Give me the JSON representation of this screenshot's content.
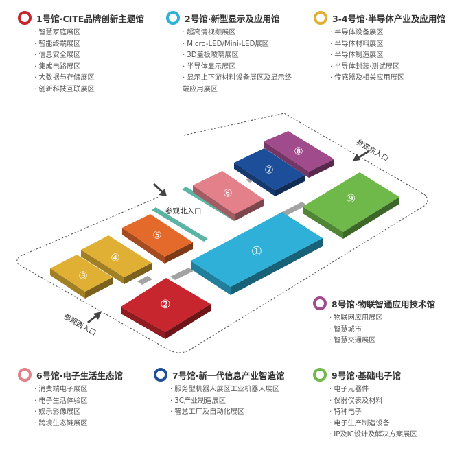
{
  "legends": [
    {
      "id": "h1",
      "ring_color": "#c8262e",
      "title": "1号馆·CITE品牌创新主题馆",
      "items": [
        "智慧家庭展区",
        "智能终端展区",
        "信息安全展区",
        "集成电路展区",
        "大数据与存储展区",
        "创新科技互联展区"
      ]
    },
    {
      "id": "h2",
      "ring_color": "#2eb0d8",
      "title": "2号馆·新型显示及应用馆",
      "items": [
        "超高清视频展区",
        "Micro-LED/Mini-LED展区",
        "3D盖板玻璃展区",
        "半导体显示展区",
        "显示上下游材料设备展区及显示终端应用展区"
      ]
    },
    {
      "id": "h34",
      "ring_color": "#e0b034",
      "title": "3-4号馆·半导体产业及应用馆",
      "items": [
        "半导体设备展区",
        "半导体材料展区",
        "半导体制造展区",
        "半导体封装·测试展区",
        "传感器及相关应用展区"
      ]
    },
    {
      "id": "h8",
      "ring_color": "#a04b8c",
      "title": "8号馆·物联智通应用技术馆",
      "items": [
        "物联网应用展区",
        "智慧城市",
        "智慧交通展区"
      ]
    },
    {
      "id": "h6",
      "ring_color": "#e4808a",
      "title": "6号馆·电子生活生态馆",
      "items": [
        "消费端电子展区",
        "电子生活体验区",
        "娱乐影像展区",
        "跨境生态链展区"
      ]
    },
    {
      "id": "h7",
      "ring_color": "#1d4e99",
      "title": "7号馆·新一代信息产业智造馆",
      "items": [
        "服务型机器人展区工业机器人展区",
        "3C产业制造展区",
        "智慧工厂及自动化展区"
      ]
    },
    {
      "id": "h9",
      "ring_color": "#6fb94a",
      "title": "9号馆·基础电子馆",
      "items": [
        "电子元器件",
        "仪器仪表及材料",
        "特种电子",
        "电子生产制造设备",
        "IP及IC设计及解决方案展区"
      ]
    }
  ],
  "halls": [
    {
      "num": "①",
      "color": "#2eb0d8"
    },
    {
      "num": "②",
      "color": "#c8262e"
    },
    {
      "num": "③",
      "color": "#e0b034"
    },
    {
      "num": "④",
      "color": "#e0b034"
    },
    {
      "num": "⑤",
      "color": "#e46a2c"
    },
    {
      "num": "⑥",
      "color": "#e4808a"
    },
    {
      "num": "⑦",
      "color": "#1d4e99"
    },
    {
      "num": "⑧",
      "color": "#a04b8c"
    },
    {
      "num": "⑨",
      "color": "#6fb94a"
    }
  ],
  "entrances": {
    "north": "参观北入口",
    "east": "参观东入口",
    "west": "参观西入口"
  },
  "walkway_color": "#5bb4a4",
  "connector_color": "#a3a3a3"
}
